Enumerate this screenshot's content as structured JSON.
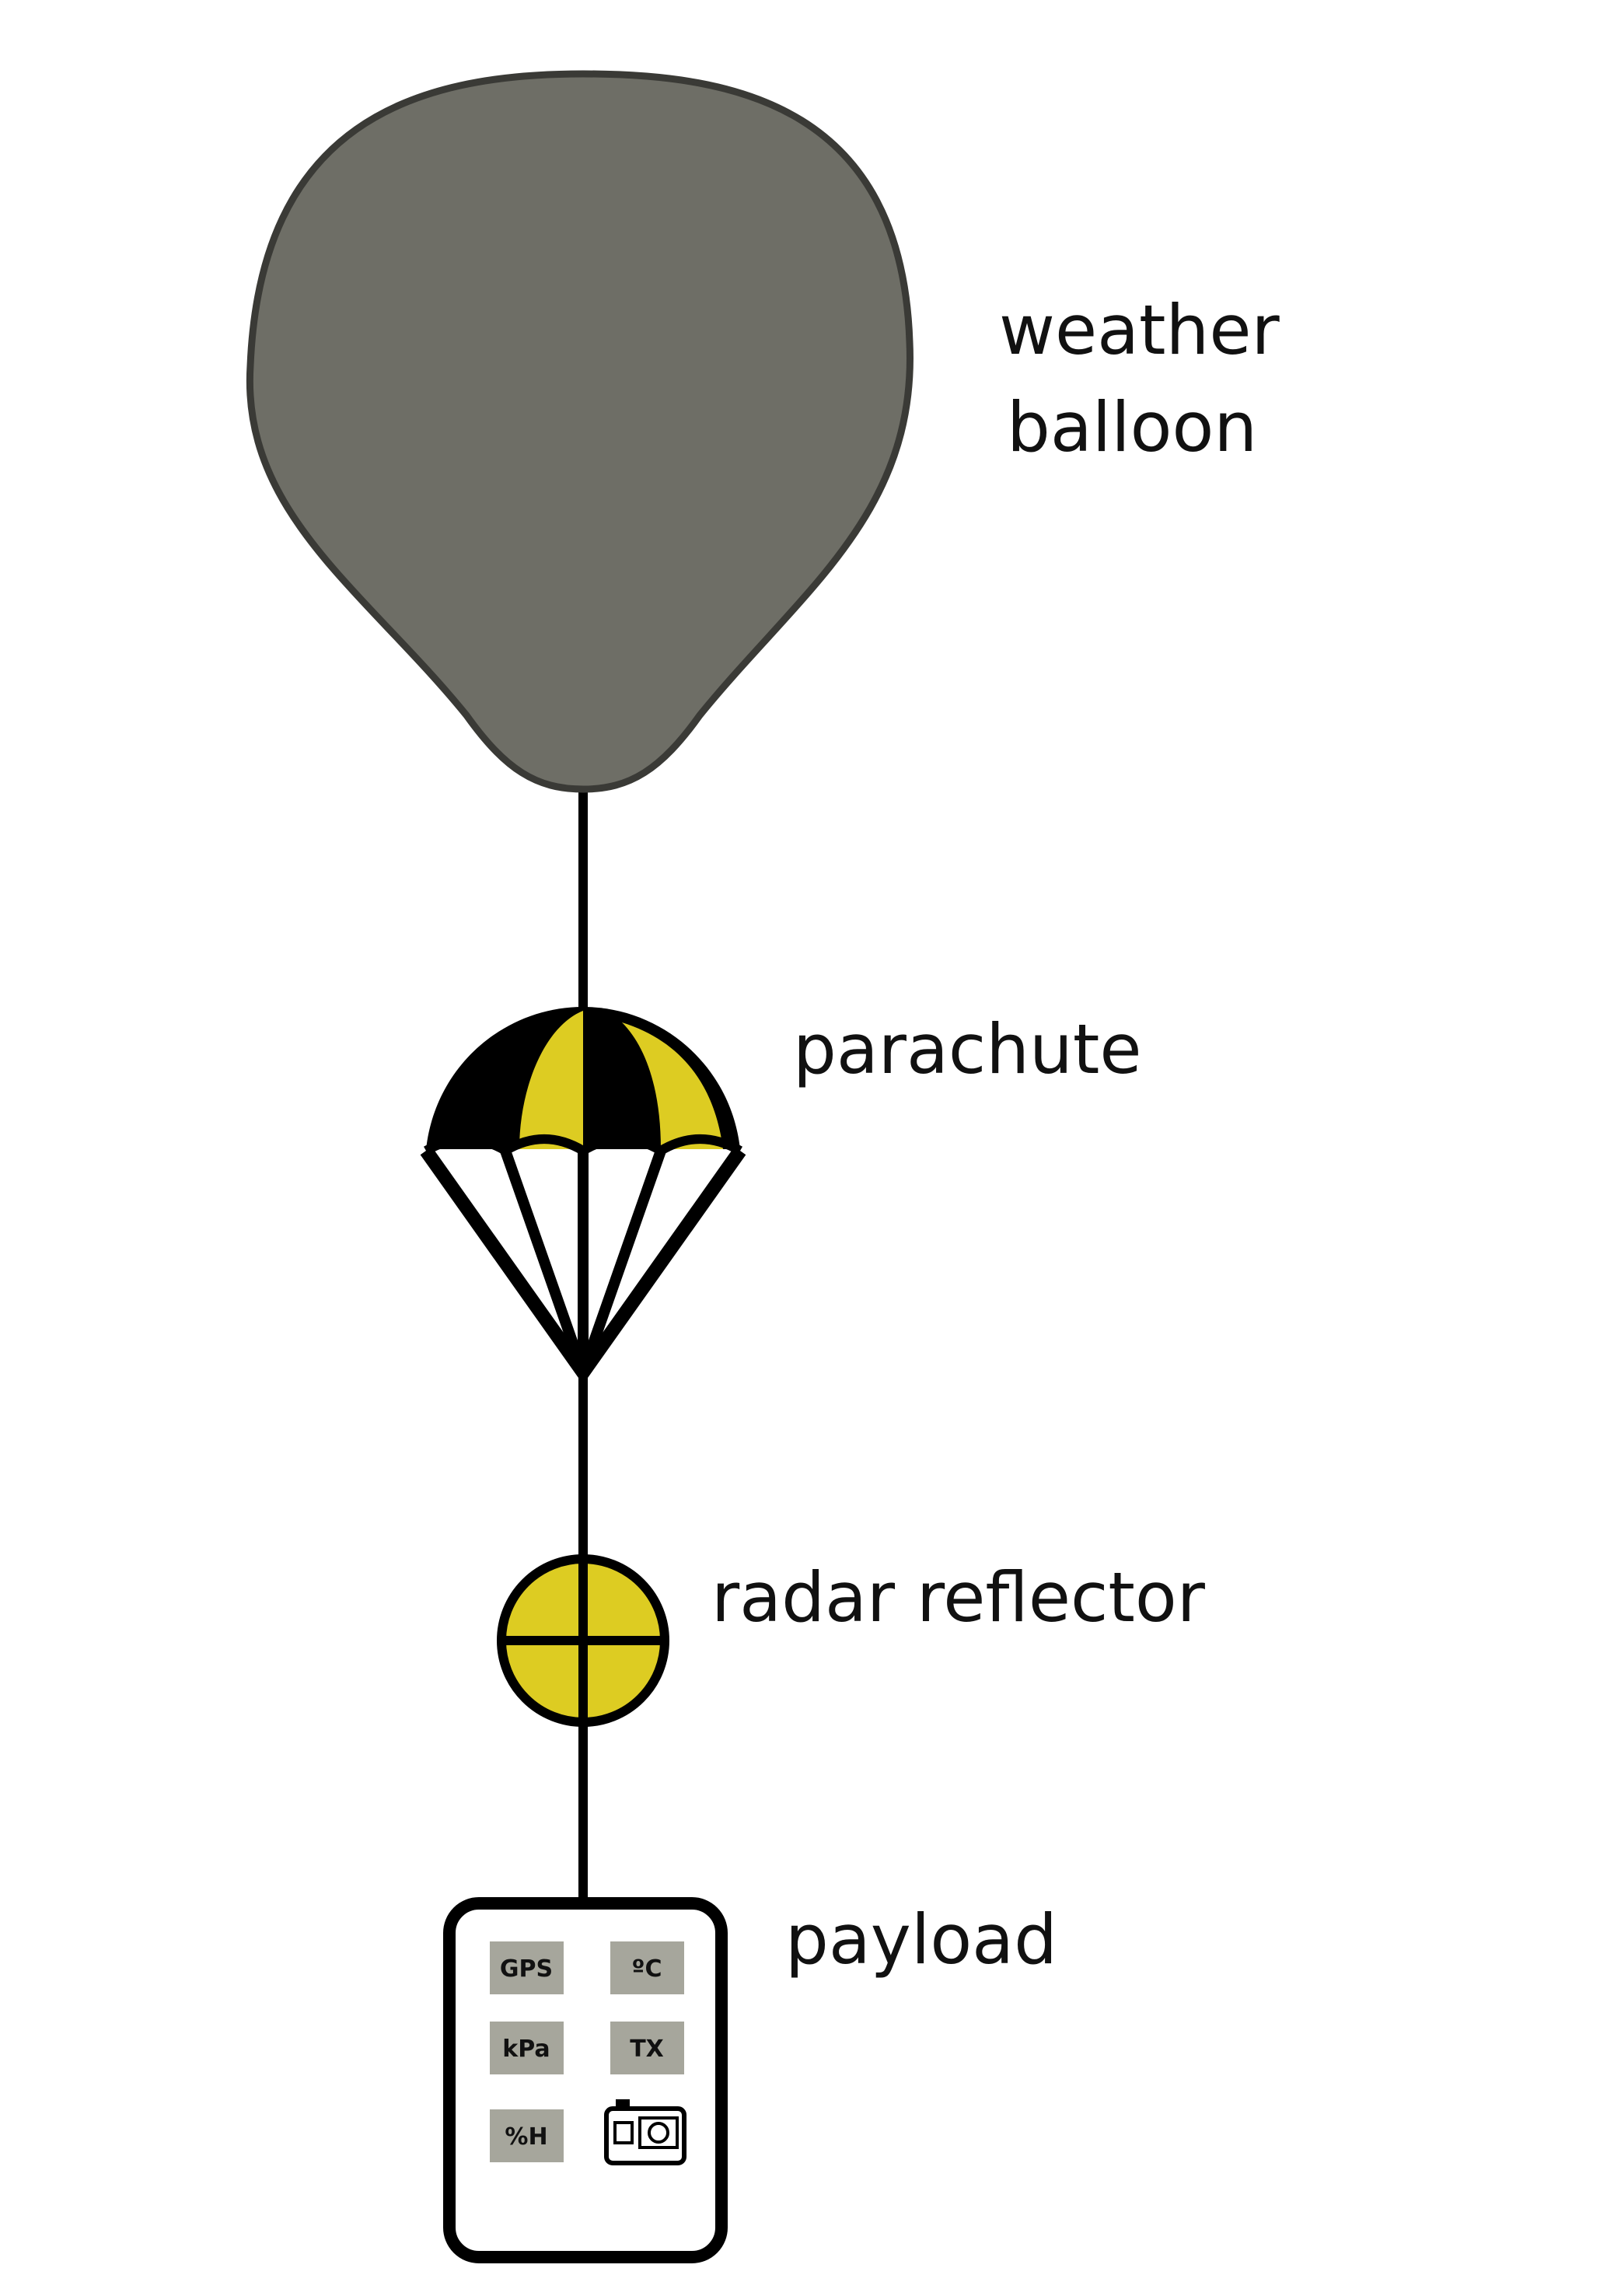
{
  "labels": {
    "balloon_line1": "weather",
    "balloon_line2": "balloon",
    "parachute": "parachute",
    "radar_reflector": "radar reflector",
    "payload": "payload"
  },
  "payload_modules": [
    "GPS",
    "ºC",
    "kPa",
    "TX",
    "%H"
  ],
  "payload_camera_icon": "camera-icon",
  "colors": {
    "balloon": "#6e6e66",
    "yellow": "#ddcc22",
    "black": "#000000",
    "module": "#a6a69c"
  }
}
